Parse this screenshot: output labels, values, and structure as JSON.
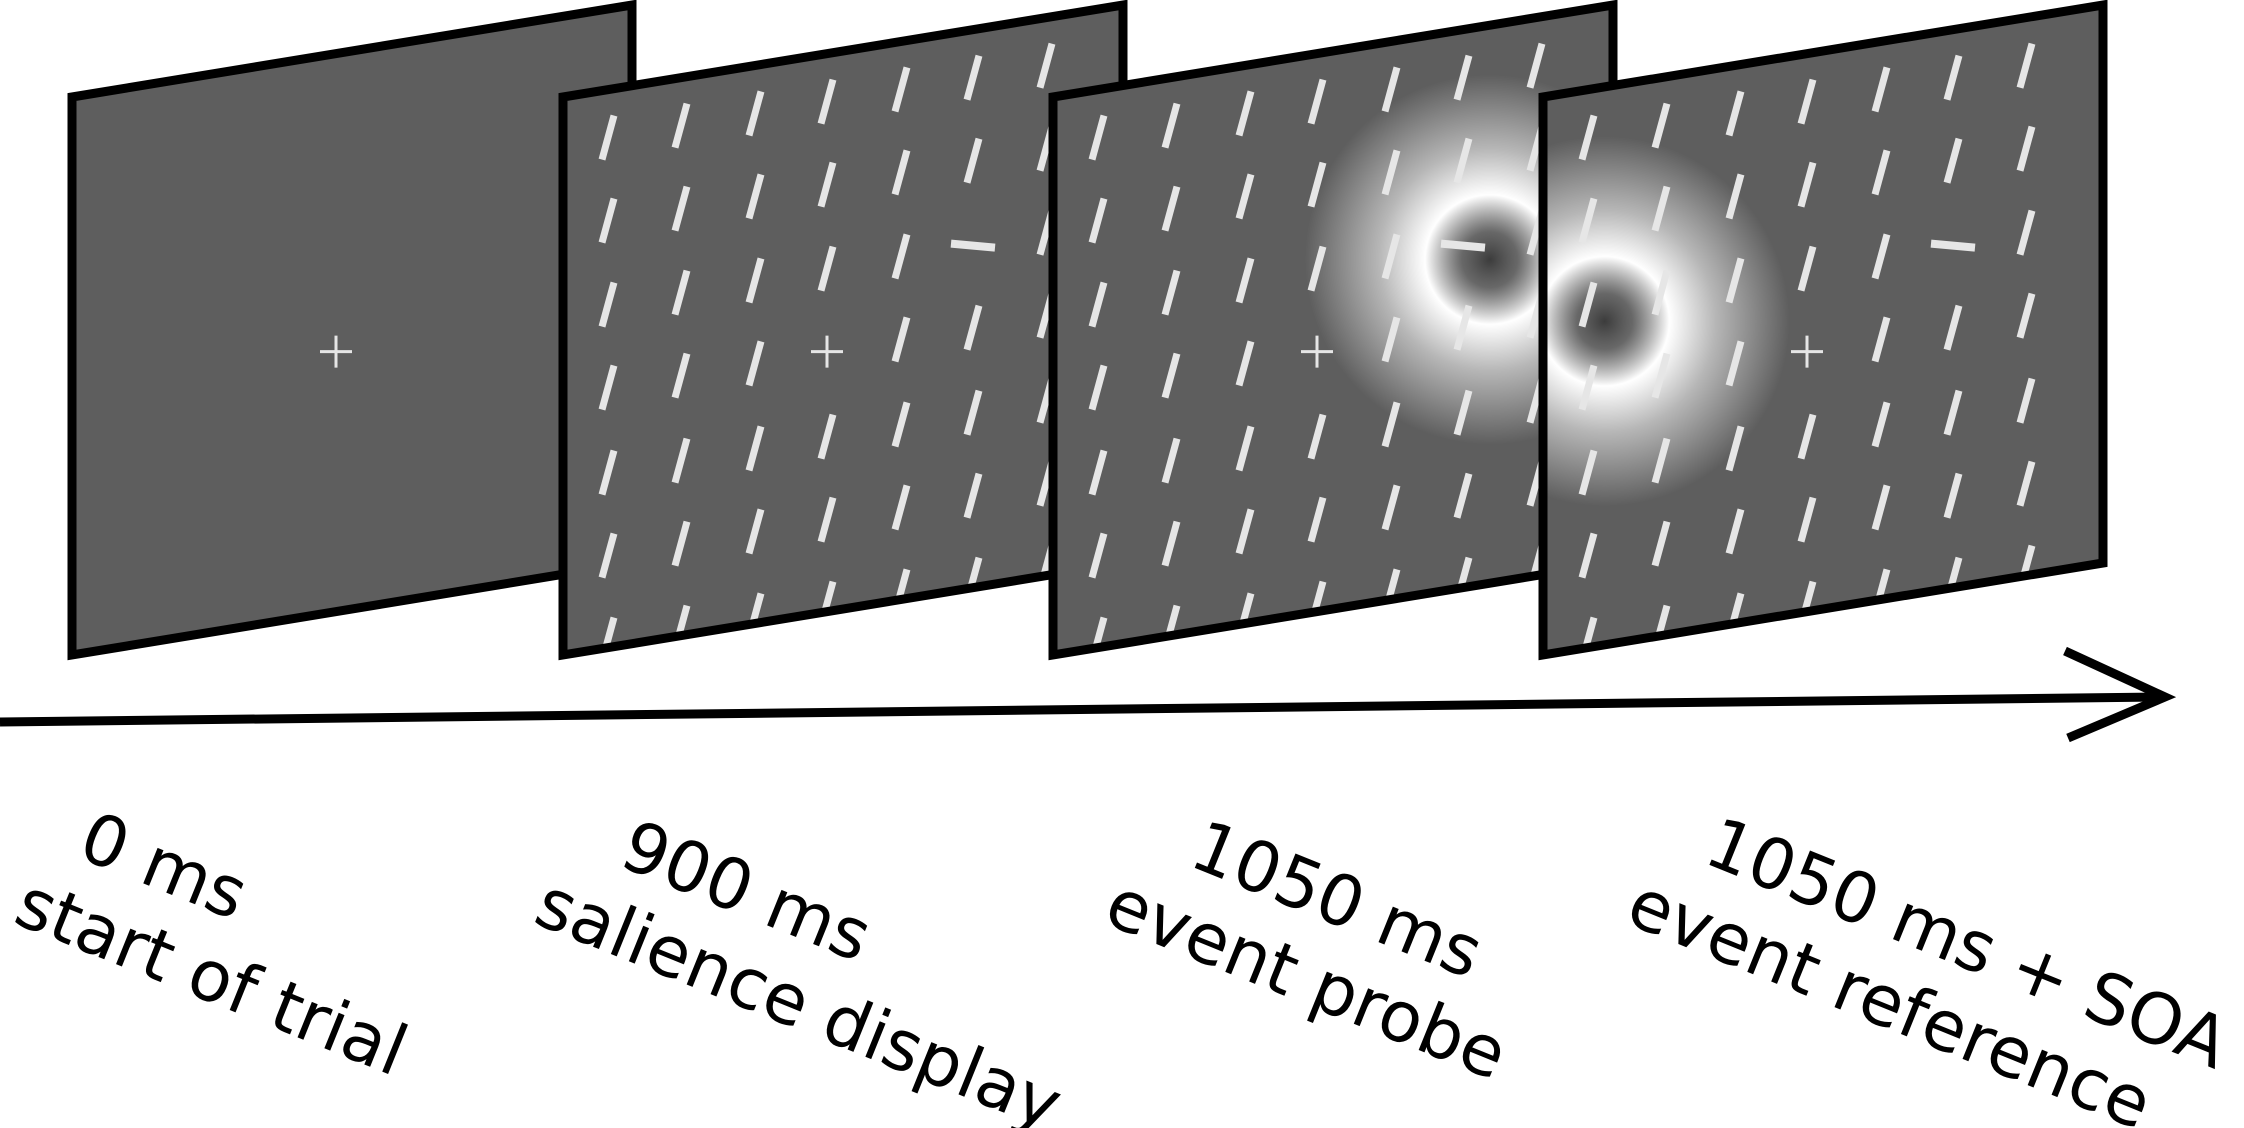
{
  "panels": [
    {
      "time": "0 ms",
      "event": "start of trial",
      "has_lines": false,
      "probe": null
    },
    {
      "time": "900 ms",
      "event": "salience display",
      "has_lines": true,
      "probe": null
    },
    {
      "time": "1050 ms",
      "event": "event probe",
      "has_lines": true,
      "probe": "right"
    },
    {
      "time": "1050 ms + SOA",
      "event": "event reference",
      "has_lines": true,
      "probe": "left"
    }
  ],
  "colors": {
    "screen": "#5e5e5e",
    "border": "#000000",
    "line": "#e6e6e6",
    "glow": "#ffffff",
    "text": "#000000"
  },
  "icons": [
    "fixation-cross",
    "time-arrow"
  ]
}
